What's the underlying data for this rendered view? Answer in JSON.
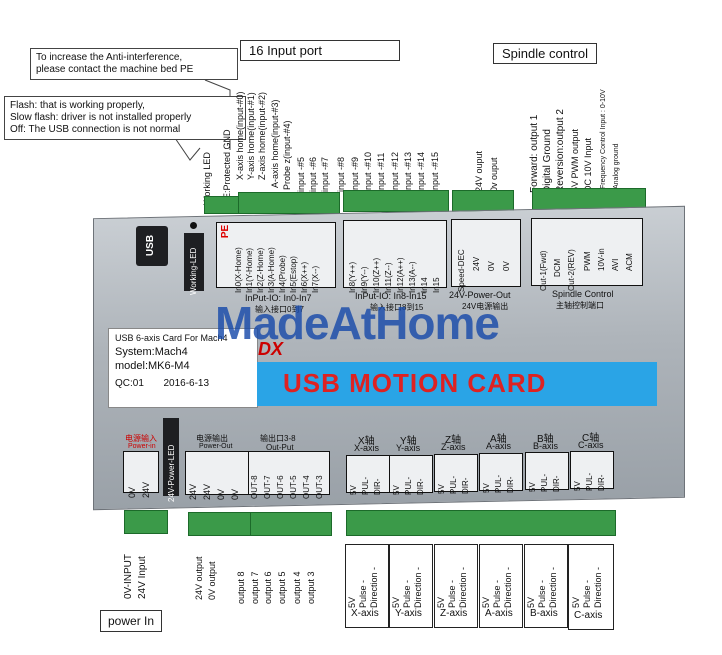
{
  "header": {
    "input_port": "16  Input port",
    "spindle_control": "Spindle control"
  },
  "callouts": {
    "anti_interference": [
      "To increase the  Anti-interference,",
      "please contact the machine bed PE"
    ],
    "led_status": [
      "Flash: that is working properly,",
      "Slow flash: driver is not installed properly",
      "Off: The USB connection is not normal"
    ]
  },
  "top_labels": {
    "working_led": "Working LED",
    "pe": "PE:Protected GND",
    "inputs_a": [
      "X-axis home(input-#0)",
      "Y-axis home(input-#1)",
      "Z-axis home(input-#2)",
      "A-axis home(input-#3)",
      "Probe z(input-#4)",
      "input -#5",
      "input -#6",
      "input -#7"
    ],
    "inputs_b": [
      "input -#8",
      "input -#9",
      "input -#10",
      "input -#11",
      "input -#12",
      "input -#13",
      "input -#14",
      "input -#15"
    ],
    "power_out": [
      "24V ouput",
      "0v ouput"
    ],
    "spindle": [
      "Forward: output 1",
      "Digital Ground",
      "Reversion:output 2",
      "5V PWM output",
      "DC 10V Input",
      "Frequency Control Input : 0-10V",
      "Analog ground"
    ]
  },
  "board": {
    "usb": "USB",
    "working_led": "Working-LED",
    "pe": "PE",
    "group1_pins": [
      "In0(X-Home)",
      "In1(Y-Home)",
      "In2(Z-Home)",
      "In3(A-Home)",
      "In4(Probe)",
      "In5(Estop)",
      "In6(X++)",
      "In7(X--)"
    ],
    "group1_label": "InPut-IO: In0-In7",
    "group1_cn": "输入接口0到7",
    "group2_pins": [
      "In8(Y++)",
      "In9(Y--)",
      "In10(Z++)",
      "In11(Z--)",
      "In12(A++)",
      "In13(A--)",
      "In14",
      "In15"
    ],
    "group2_label": "InPut-IO: In8-In15",
    "group2_cn": "输入接口8到15",
    "speed_dec": "Speed-DEC",
    "power_pins": [
      "24V",
      "0V",
      "0V"
    ],
    "power_label": "24V-Power-Out",
    "power_cn": "24V电源输出",
    "spindle_pins": [
      "Out-1(Fwd)",
      "DCM",
      "Out-2(REV)",
      "PWM",
      "10V-in",
      "AVI",
      "ACM"
    ],
    "spindle_label": "Spindle Control",
    "spindle_cn": "主轴控制端口",
    "sticker": [
      "USB 6-axis Card For Mach4",
      "System:Mach4",
      "model:MK6-M4",
      "QC:01",
      "2016-6-13"
    ],
    "watermark": "MadeAtHome",
    "dx_logo": "DX",
    "banner": "USB MOTION CARD",
    "power_in_cn": "电源输入",
    "power_in_en": "Power-in",
    "power_in_pins": [
      "0V",
      "24V"
    ],
    "power_led": "24V-Power-LED",
    "power_out_cn": "电源输出",
    "power_out_en": "Power-Out",
    "power_out_pins": [
      "24V",
      "24V",
      "0V",
      "0V"
    ],
    "output_cn": "输出口3-8",
    "output_en": "Out-Put",
    "output_pins": [
      "OUT-8",
      "OUT-7",
      "OUT-6",
      "OUT-5",
      "OUT-4",
      "OUT-3"
    ],
    "axes": [
      {
        "cn": "X轴",
        "en": "X-axis"
      },
      {
        "cn": "Y轴",
        "en": "Y-axis"
      },
      {
        "cn": "Z轴",
        "en": "Z-axis"
      },
      {
        "cn": "A轴",
        "en": "A-axis"
      },
      {
        "cn": "B轴",
        "en": "B-axis"
      },
      {
        "cn": "C轴",
        "en": "C-axis"
      }
    ],
    "axis_pins": [
      "5V",
      "PUL-",
      "DIR-"
    ]
  },
  "bottom": {
    "power_in_labels": [
      "0V-INPUT",
      "24V Input"
    ],
    "power_out_labels": [
      "24V output",
      "0V output"
    ],
    "output_labels": [
      "output 8",
      "output 7",
      "output 6",
      "output 5",
      "output 4",
      "output 3"
    ],
    "axis_desc": [
      "5V",
      "Pulse -",
      "Direction -"
    ],
    "axis_names": [
      "X-axis",
      "Y-axis",
      "Z-axis",
      "A-axis",
      "B-axis",
      "C-axis"
    ],
    "power_in_box": "power In"
  }
}
